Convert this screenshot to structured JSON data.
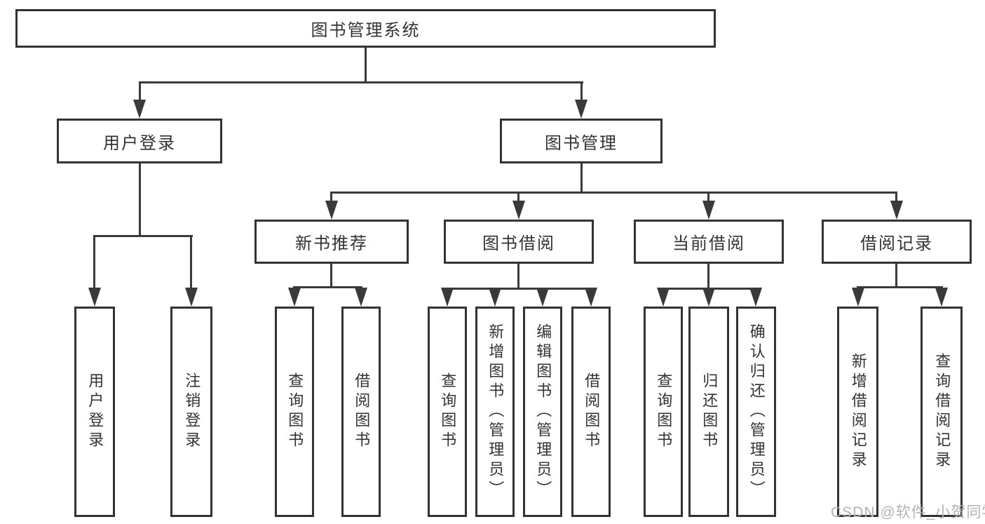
{
  "diagram": {
    "title": "图书管理系统",
    "root": "图书管理系统",
    "level2": [
      "用户登录",
      "图书管理"
    ],
    "level3": [
      "新书推荐",
      "图书借阅",
      "当前借阅",
      "借阅记录"
    ],
    "leaves": [
      "用户登录",
      "注销登录",
      "查询图书",
      "借阅图书",
      "查询图书",
      "新增图书（管理员）",
      "编辑图书（管理员）",
      "借阅图书",
      "查询图书",
      "归还图书",
      "确认归还（管理员）",
      "新增借阅记录",
      "查询借阅记录"
    ]
  },
  "watermark": {
    "text": "CSDN @软件_小贺同学"
  },
  "colors": {
    "line": "#3a3a3a",
    "border": "#333333",
    "text": "#333333",
    "watermark": "#b3b3b3",
    "background": "#ffffff"
  }
}
